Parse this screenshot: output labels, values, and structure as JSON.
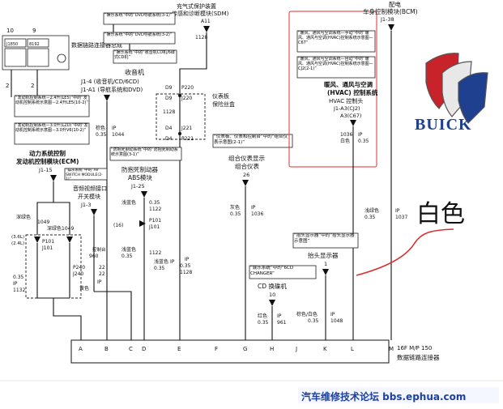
{
  "colors": {
    "highlight": "#e03030",
    "buick_red": "#c8222a",
    "buick_blue": "#1f3f8f",
    "footer_blue": "#1e40a0"
  },
  "top_left": {
    "fuse_a": "10",
    "fuse_b": "9",
    "conn_a": "J1850",
    "conn_b": "8192",
    "mini_label": "数据链路连接器总成"
  },
  "modules": {
    "sdm": {
      "title_line1": "充气式保护装置",
      "title_line2": "传感和诊断模块(SDM)",
      "pin": "A11",
      "circuit": "1128"
    },
    "radio": {
      "title": "收音机",
      "pin_line1": "J1-4 (收音机/CD/6CD)",
      "pin_line2": "J1-A1 (导航系统和DVD)",
      "note1": "“娱乐系统”中的“DVD导航系统(3-1)”",
      "note2": "“娱乐系统”中的“DVD导航系统(3-2)”",
      "note3": "“娱乐系统”中的“收音机CD机/6碟式CD机”",
      "wire_color": "棕色",
      "wire_size": "0.35",
      "wire_ip": "IP",
      "circuit": "1044"
    },
    "ip_fuse": {
      "title_line1": "仪表板",
      "title_line2": "保险丝盒",
      "p1": "D9",
      "p1b": "P220",
      "p2": "D9",
      "p2b": "J220",
      "p3": "D4",
      "p3b": "J221",
      "p4": "D4",
      "p4b": "P221",
      "circuit": "1128"
    },
    "bcm": {
      "title_line1": "配电",
      "title_line2": "车身控制模块(BCM)",
      "pin": "J1-38",
      "wire_color": "浅绿色",
      "wire_size": "0.35",
      "wire_ip": "IP",
      "circuit": "1037"
    },
    "hvac": {
      "note1": "“暖风、通风与空调系统—手动”中的“暖风、通风与空调(HVAC)控制系统示意图—C67”",
      "note2": "“暖风、通风与空调系统—自动”中的“暖风、通风与空调(HVAC)控制系统示意图—CJ2(2-1)”",
      "title_line1": "暖风、通风与空调",
      "title_line2": "(HVAC) 控制系统",
      "title_line3": "HVAC 控制头",
      "pin1": "J1-A3(CJ2)",
      "pin2": "A3(C67)",
      "circuit": "1036",
      "wire_color": "白色",
      "wire_size": "0.35",
      "wire_ip": "IP"
    },
    "ecm": {
      "note1": "“发动机控制系统－2.4升(LE5)”中的“发动机控制系统示意图－2.4升LE5(10-2)”",
      "note2": "“发动机控制系统－3.0升(LZD)”中的“发动机控制系统示意图－3.0升V6(10-2)”",
      "title_line1": "动力系统控制",
      "title_line2": "发动机控制模块(ECM)",
      "pin": "J1-15",
      "note3": "“娱乐系统”中的“AV SWITCH MODULE(2-1)”",
      "wire_color1": "深绿色",
      "circuit1": "1049",
      "wire_color2": "深绿色",
      "circuit2": "1049",
      "size_a": "(3.6L)",
      "size_b": "(2.4L)",
      "conn1": "P101",
      "conn2": "J101",
      "circuit3": "1132",
      "wire_ip3": "IP",
      "wire_size3": "0.35"
    },
    "abs": {
      "note1": "“防抱死制动系统”中的“防抱死制动系统示意图(3-1)”",
      "title_line1": "防抱死制动器",
      "title_line2": "ABS模块",
      "pin": "J1-25",
      "wire_color": "浅蓝色",
      "wire_size": "0.35",
      "circuit": "1122",
      "conn1": "P101",
      "conn2": "J101",
      "pin_num": "(16)",
      "circuit2": "1122",
      "wire_color2": "浅蓝色",
      "wire_size2": "0.35"
    },
    "av": {
      "title_line1": "音频视频接口",
      "title_line2": "开关模块",
      "pin": "J1-3",
      "circuit": "960",
      "conn1": "P240",
      "conn2": "J240",
      "pin_a": "22",
      "pin_b": "22",
      "label": "控制台",
      "wire_color": "黄色",
      "wire_ip": "IP"
    },
    "cluster": {
      "note": "“仪表板、仪表和控制台”中的“组合仪表示意图(2-1)”",
      "title_line1": "组合仪表显示",
      "title_line2": "组合仪表",
      "pin": "26",
      "wire_color": "灰色",
      "wire_size": "0.35",
      "wire_ip": "IP",
      "circuit": "1036"
    },
    "hud": {
      "note": "“抬头显示器”中的“抬头显示器示意图”",
      "title": "抬头显示器",
      "pin": "1",
      "wire_color": "棕色/白色",
      "wire_size": "0.35",
      "wire_ip": "IP",
      "circuit": "1048"
    },
    "cd6": {
      "note": "“娱乐系统”中的“6CD CHANGER”",
      "title_line1": "CD 换碟机",
      "pin": "10",
      "wire_color": "红色",
      "wire_size": "0.35",
      "wire_ip": "IP",
      "circuit": "961"
    },
    "dlc": {
      "letters": [
        "A",
        "B",
        "C",
        "D",
        "E",
        "F",
        "G",
        "H",
        "J",
        "K",
        "L",
        "M"
      ],
      "code": "16F M/P 150",
      "title": "数据链路连接器"
    }
  },
  "annotation": {
    "text": "白色"
  },
  "logo": {
    "text": "BUICK"
  },
  "footer": {
    "text": "汽车维修技术论坛 bbs.ephua.com"
  }
}
